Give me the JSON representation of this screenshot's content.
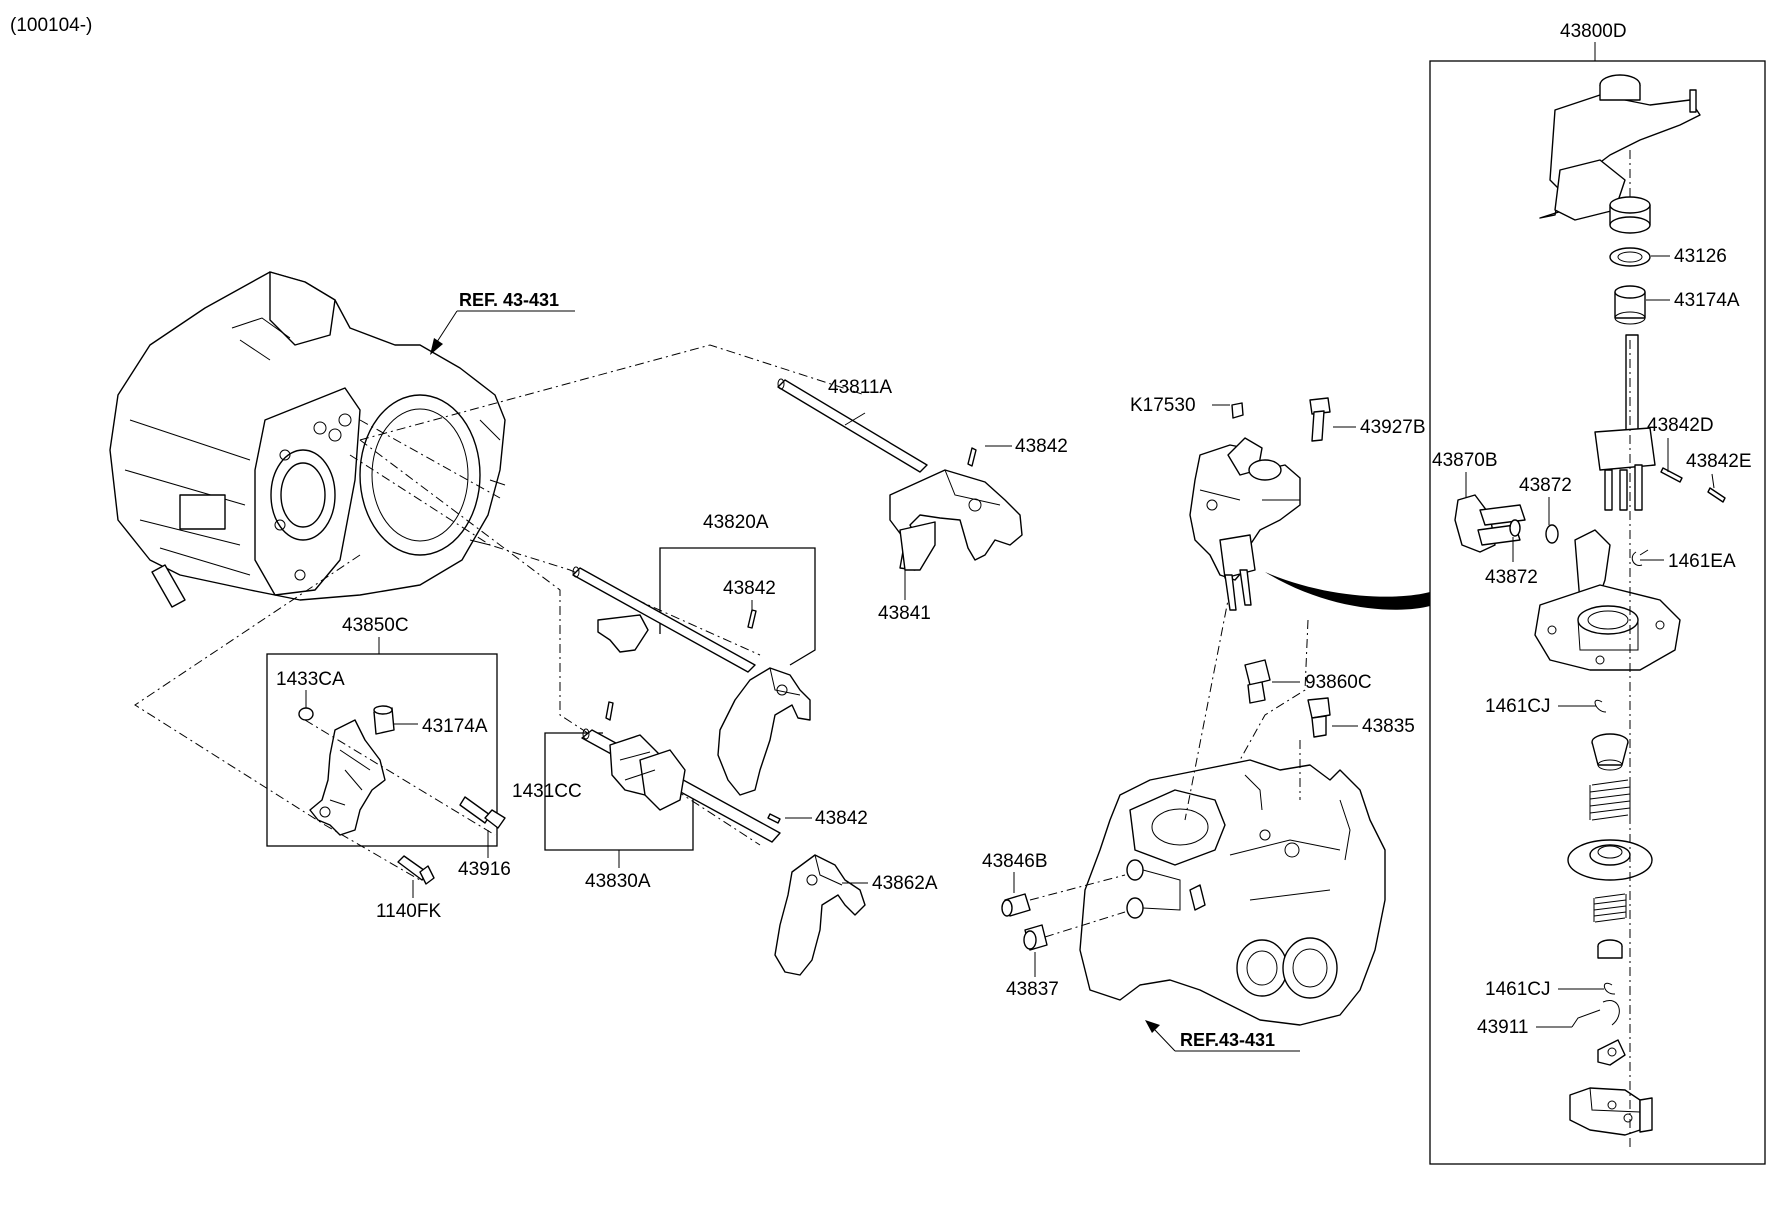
{
  "header": {
    "code": "(100104-)"
  },
  "refs": {
    "ref_top": "REF. 43-431",
    "ref_bottom": "REF.43-431"
  },
  "labels": {
    "p43800D": "43800D",
    "p43126": "43126",
    "p43174A_right": "43174A",
    "p43842D": "43842D",
    "p43842E": "43842E",
    "p43870B": "43870B",
    "p43872_top": "43872",
    "p43872_bottom": "43872",
    "p1461EA": "1461EA",
    "p1461CJ_top": "1461CJ",
    "p1461CJ_bottom": "1461CJ",
    "p43911": "43911",
    "pK17530": "K17530",
    "p43927B": "43927B",
    "p93860C": "93860C",
    "p43835": "43835",
    "p43846B": "43846B",
    "p43837": "43837",
    "p43811A": "43811A",
    "p43842_a": "43842",
    "p43841": "43841",
    "p43820A": "43820A",
    "p43842_b": "43842",
    "p43850C": "43850C",
    "p1433CA": "1433CA",
    "p43174A_left": "43174A",
    "p43916": "43916",
    "p1140FK": "1140FK",
    "p1431CC": "1431CC",
    "p43830A": "43830A",
    "p43842_c": "43842",
    "p43862A": "43862A"
  },
  "icons": {
    "transaxle_housing_left": "clutch-housing-drawing",
    "transaxle_case_right": "transmission-case-drawing",
    "shift_lever_assembly": "control-lever-assembly-drawing"
  }
}
